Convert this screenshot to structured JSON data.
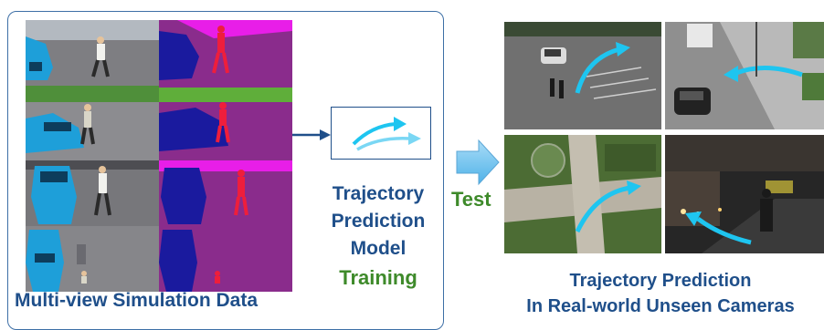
{
  "left_panel": {
    "caption": "Multi-view Simulation Data"
  },
  "model": {
    "title_line1": "Trajectory",
    "title_line2": "Prediction",
    "title_line3": "Model",
    "training_label": "Training"
  },
  "test_label": "Test",
  "right_panel": {
    "caption_line1": "Trajectory Prediction",
    "caption_line2": "In Real-world Unseen Cameras"
  },
  "colors": {
    "border_blue": "#3d6fa6",
    "text_blue": "#1f4f8a",
    "text_green": "#3e8a2a",
    "trajectory_cyan": "#1ec5f0",
    "seg_purple": "#8a2c8c",
    "seg_magenta": "#e81ee8",
    "seg_blue": "#1a1a9e",
    "seg_red": "#ee1e3c",
    "sim_road": "#7c7c80",
    "car_blue": "#1e9fd9"
  }
}
